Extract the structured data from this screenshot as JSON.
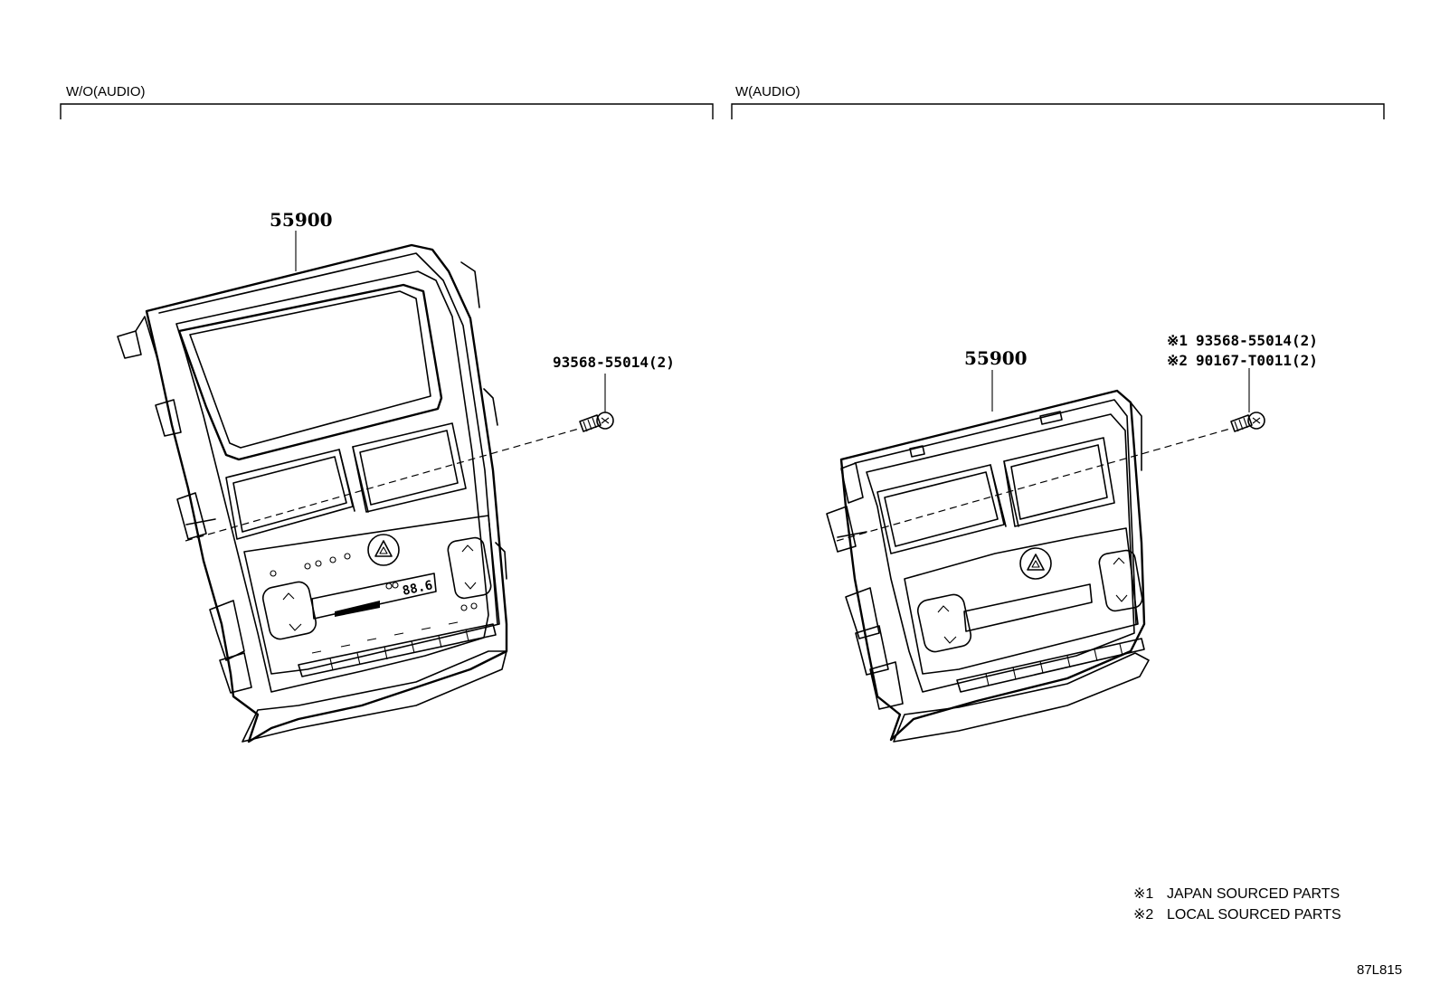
{
  "sections": {
    "left": {
      "title": "W/O(AUDIO)"
    },
    "right": {
      "title": "W(AUDIO)"
    }
  },
  "left_assembly": {
    "part_number": "55900",
    "fastener_ref": "93568-55014(2)",
    "display_readout": "88.6"
  },
  "right_assembly": {
    "part_number": "55900",
    "fastener_refs": [
      {
        "mark": "※1",
        "ref": "93568-55014(2)"
      },
      {
        "mark": "※2",
        "ref": "90167-T0011(2)"
      }
    ]
  },
  "notes": [
    {
      "mark": "※1",
      "text": "JAPAN SOURCED PARTS"
    },
    {
      "mark": "※2",
      "text": "LOCAL SOURCED PARTS"
    }
  ],
  "diagram_code": "87L815"
}
